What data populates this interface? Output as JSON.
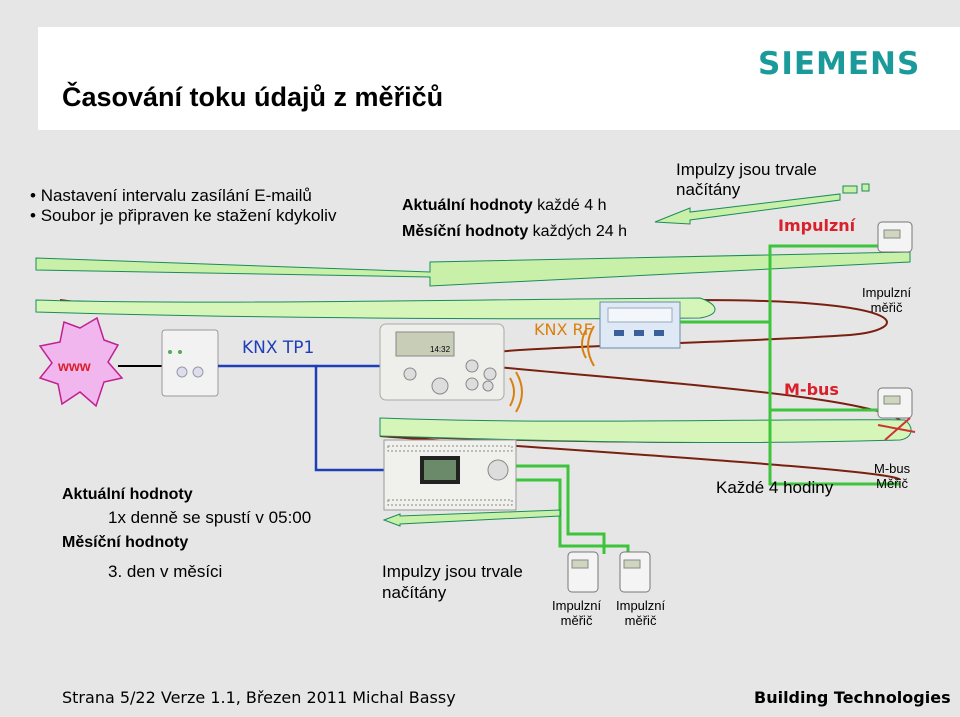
{
  "header": {
    "title": "Časování toku údajů z měřičů",
    "logo": "SIEMENS"
  },
  "bullets": [
    "Nastavení intervalu zasílání E-mailů",
    "Soubor je připraven ke stažení kdykoliv"
  ],
  "top_center": {
    "line1_bold": "Aktuální hodnoty",
    "line1_rest": " každé 4 h",
    "line2_bold": "Měsíční hodnoty",
    "line2_rest": " každých 24 h"
  },
  "top_right": {
    "pulses_line1": "Impulzy jsou trvale",
    "pulses_line2": "načítány",
    "impulzni_label": "Impulzní",
    "meter_label_line1": "Impulzní",
    "meter_label_line2": "měřič"
  },
  "middle": {
    "www": "www",
    "knx_tp1": "KNX TP1",
    "knx_rf": "KNX RF",
    "mbus": "M-bus",
    "display_time": "14:32"
  },
  "bottom_left": {
    "current_bold": "Aktuální hodnoty",
    "current_detail": "1x denně se spustí v 05:00",
    "monthly_bold": "Měsíční hodnoty",
    "monthly_detail": "3. den v měsíci"
  },
  "bottom_center": {
    "pulses_line1": "Impulzy jsou trvale",
    "pulses_line2": "načítány",
    "meter1_line1": "Impulzní",
    "meter1_line2": "měřič",
    "meter2_line1": "Impulzní",
    "meter2_line2": "měřič"
  },
  "bottom_right": {
    "every4h": "Každé 4 hodiny",
    "mbus_meter_line1": "M-bus",
    "mbus_meter_line2": "Měřič"
  },
  "footer": {
    "left": "Strana 5/22  Verze 1.1, Březen 2011 Michal Bassy",
    "right": "Building Technologies"
  },
  "colors": {
    "arrow_fill": "#c8f0a8",
    "arrow_stroke": "#1a8c5a",
    "loop_line": "#7a2010",
    "green_wire": "#3cc43c",
    "blue_wire": "#1f3fb8",
    "red_text": "#d9202b",
    "logo": "#1a9a9a"
  }
}
